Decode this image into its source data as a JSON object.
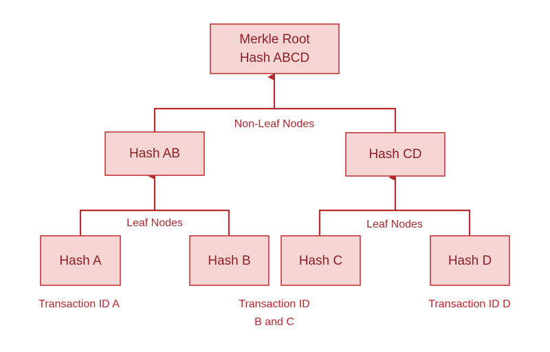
{
  "colors": {
    "node_fill": "#f6d5d5",
    "node_border": "#c0363b",
    "text": "#8e1f25",
    "connector": "#b32a2f",
    "caption": "#b8262c"
  },
  "nodes": {
    "root": {
      "line1": "Merkle Root",
      "line2": "Hash ABCD"
    },
    "hash_ab": {
      "label": "Hash AB"
    },
    "hash_cd": {
      "label": "Hash CD"
    },
    "hash_a": {
      "label": "Hash A"
    },
    "hash_b": {
      "label": "Hash B"
    },
    "hash_c": {
      "label": "Hash C"
    },
    "hash_d": {
      "label": "Hash D"
    }
  },
  "labels": {
    "non_leaf": "Non-Leaf Nodes",
    "leaf_left": "Leaf Nodes",
    "leaf_right": "Leaf Nodes"
  },
  "captions": {
    "tx_a": "Transaction ID A",
    "tx_bc_line1": "Transaction ID",
    "tx_bc_line2": "B and C",
    "tx_d": "Transaction ID D"
  }
}
